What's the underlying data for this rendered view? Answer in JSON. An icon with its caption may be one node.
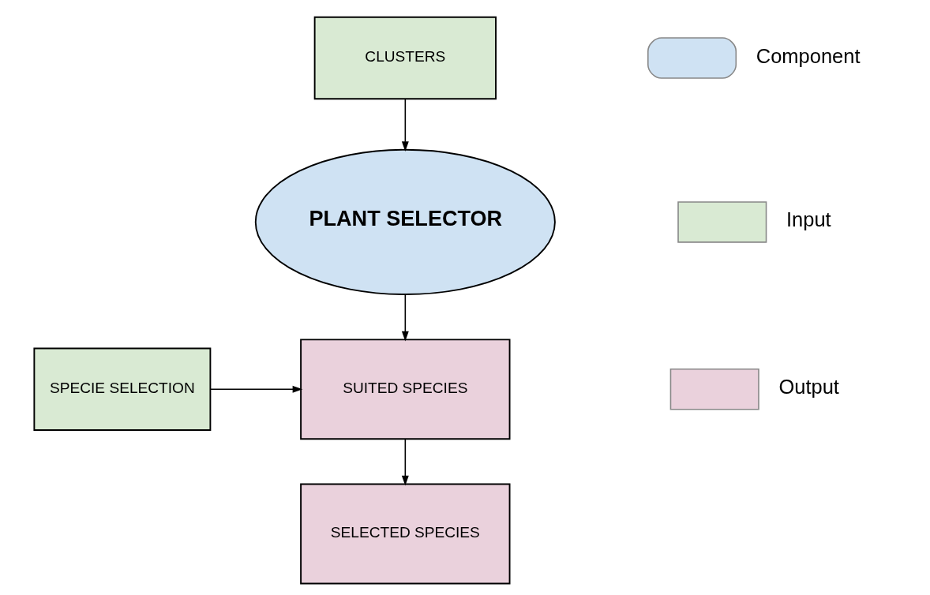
{
  "diagram": {
    "nodes": [
      {
        "text": [
          "CLUSTERS"
        ]
      },
      {
        "text": [
          "PLANT SELECTOR"
        ]
      },
      {
        "text": [
          "SUITED SPECIES"
        ]
      },
      {
        "text": [
          "SPECIE SELECTION"
        ]
      },
      {
        "text": [
          "SELECTED SPECIES"
        ]
      }
    ],
    "edges": [
      {
        "from": 0,
        "to": 1,
        "arrow": "to"
      },
      {
        "from": 1,
        "to": 2,
        "arrow": "to"
      },
      {
        "from": 3,
        "to": 2,
        "arrow": "to"
      },
      {
        "from": 2,
        "to": 4,
        "arrow": "to"
      }
    ],
    "legend": [
      {
        "text": "Component",
        "color": "#cfe2f3"
      },
      {
        "text": "Input",
        "color": "#d9ead3"
      },
      {
        "text": "Output",
        "color": "#ead1dc"
      }
    ]
  }
}
